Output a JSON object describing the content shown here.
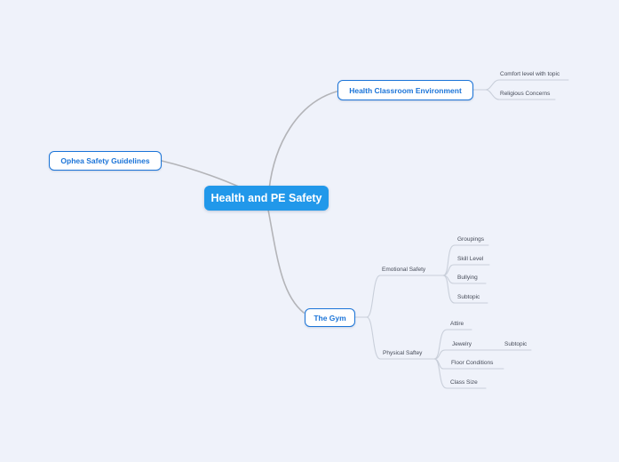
{
  "app": {
    "name": "mind-map-canvas"
  },
  "colors": {
    "background": "#eff2fa",
    "root_fill": "#2198ea",
    "root_text": "#ffffff",
    "branch_border": "#1b74d8",
    "branch_text": "#1b74d8",
    "branch_fill": "#ffffff",
    "main_line": "#b3b4b8",
    "sub_line": "#c9cfda",
    "leaf_text": "#474c59"
  },
  "map": {
    "root": {
      "label": "Health and PE Safety"
    },
    "branches": [
      {
        "label": "Ophea Safety Guidelines",
        "children": []
      },
      {
        "label": "Health Classroom Environment",
        "children": [
          {
            "label": "Comfort level with topic",
            "children": []
          },
          {
            "label": "Religious Concerns",
            "children": []
          }
        ]
      },
      {
        "label": "The Gym",
        "children": [
          {
            "label": "Emotional Safety",
            "children": [
              {
                "label": "Groupings",
                "children": []
              },
              {
                "label": "Skill Level",
                "children": []
              },
              {
                "label": "Bullying",
                "children": []
              },
              {
                "label": "Subtopic",
                "children": []
              }
            ]
          },
          {
            "label": "Physical Saftey",
            "children": [
              {
                "label": "Attire",
                "children": []
              },
              {
                "label": "Jewelry",
                "children": [
                  {
                    "label": "Subtopic",
                    "children": []
                  }
                ]
              },
              {
                "label": "Floor Conditions",
                "children": []
              },
              {
                "label": "Class Size",
                "children": []
              }
            ]
          }
        ]
      }
    ]
  }
}
